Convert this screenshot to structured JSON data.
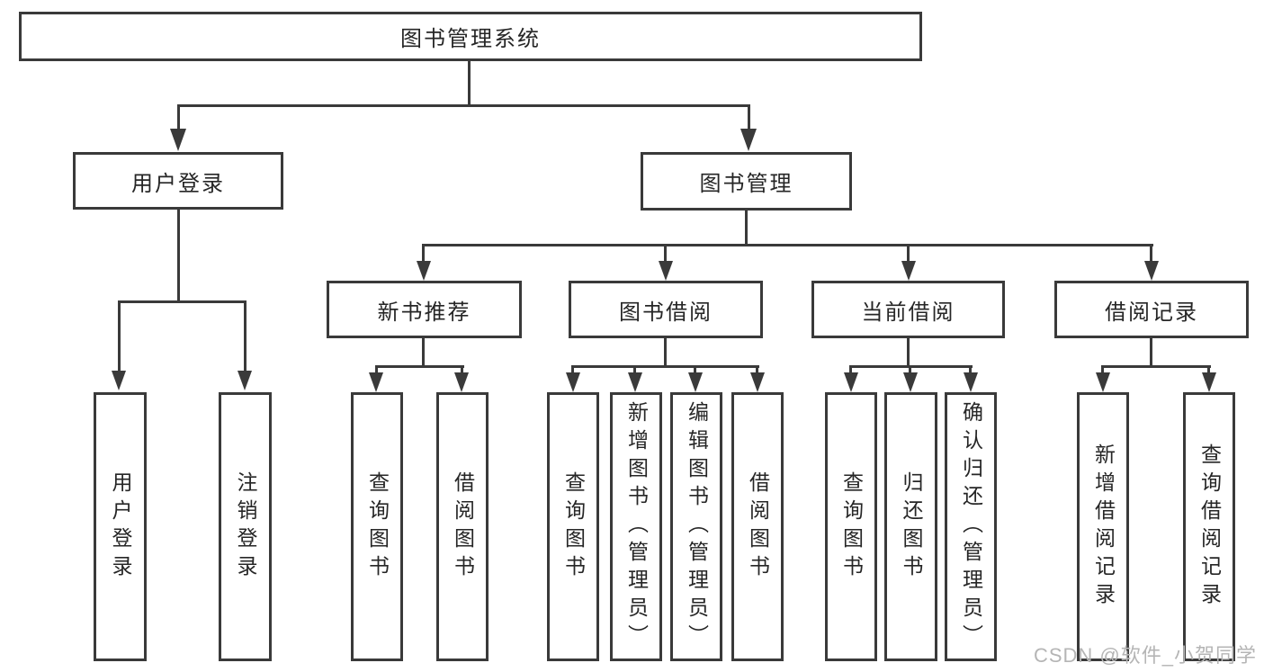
{
  "diagram": {
    "root": {
      "label": "图书管理系统"
    },
    "level2": [
      {
        "label": "用户登录"
      },
      {
        "label": "图书管理"
      }
    ],
    "level3": [
      {
        "label": "新书推荐"
      },
      {
        "label": "图书借阅"
      },
      {
        "label": "当前借阅"
      },
      {
        "label": "借阅记录"
      }
    ],
    "leaves": [
      {
        "label": "用户登录"
      },
      {
        "label": "注销登录"
      },
      {
        "label": "查询图书"
      },
      {
        "label": "借阅图书"
      },
      {
        "label": "查询图书"
      },
      {
        "label": "新增图书（管理员）"
      },
      {
        "label": "编辑图书（管理员）"
      },
      {
        "label": "借阅图书"
      },
      {
        "label": "查询图书"
      },
      {
        "label": "归还图书"
      },
      {
        "label": "确认归还（管理员）"
      },
      {
        "label": "新增借阅记录"
      },
      {
        "label": "查询借阅记录"
      }
    ],
    "watermark": "CSDN @软件_小贺同学",
    "colors": {
      "line": "#3a3a3a",
      "text": "#262626",
      "watermark": "#b5b5b5",
      "background": "#ffffff"
    }
  }
}
